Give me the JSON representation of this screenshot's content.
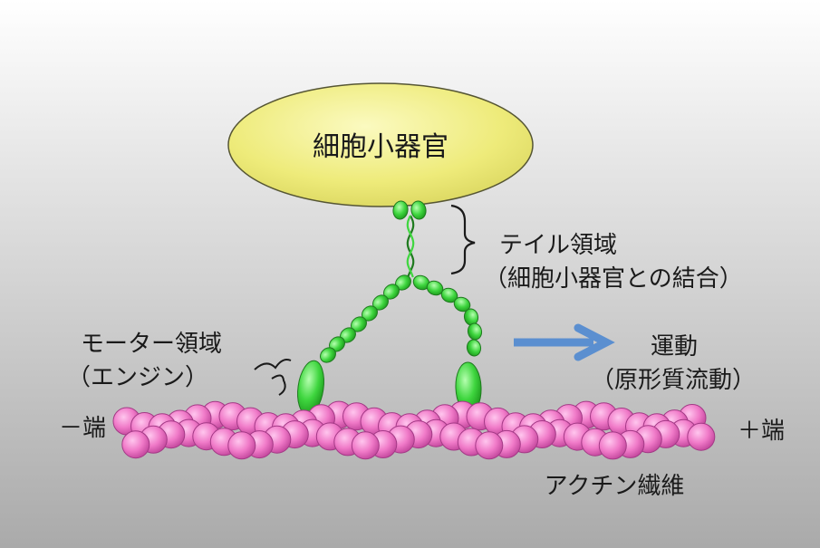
{
  "organelle": {
    "label": "細胞小器官",
    "fill": "#eeeb7a",
    "stroke": "#555533"
  },
  "tail_region": {
    "label_line1": "テイル領域",
    "label_line2": "（細胞小器官との結合）"
  },
  "motor_region": {
    "label_line1": "モーター領域",
    "label_line2": "（エンジン）"
  },
  "movement": {
    "label_line1": "運動",
    "label_line2": "（原形質流動）",
    "arrow_color": "#5b8fd0"
  },
  "actin": {
    "label": "アクチン繊維",
    "minus_end": "－端",
    "plus_end": "＋端",
    "bead_color": "#f07ac8",
    "bead_stroke": "#a33a86"
  },
  "myosin": {
    "bead_color": "#3fd63f",
    "bead_stroke": "#1e7a1e"
  },
  "background": {
    "top_color": "#ffffff",
    "bottom_color": "#aaaaaa"
  }
}
